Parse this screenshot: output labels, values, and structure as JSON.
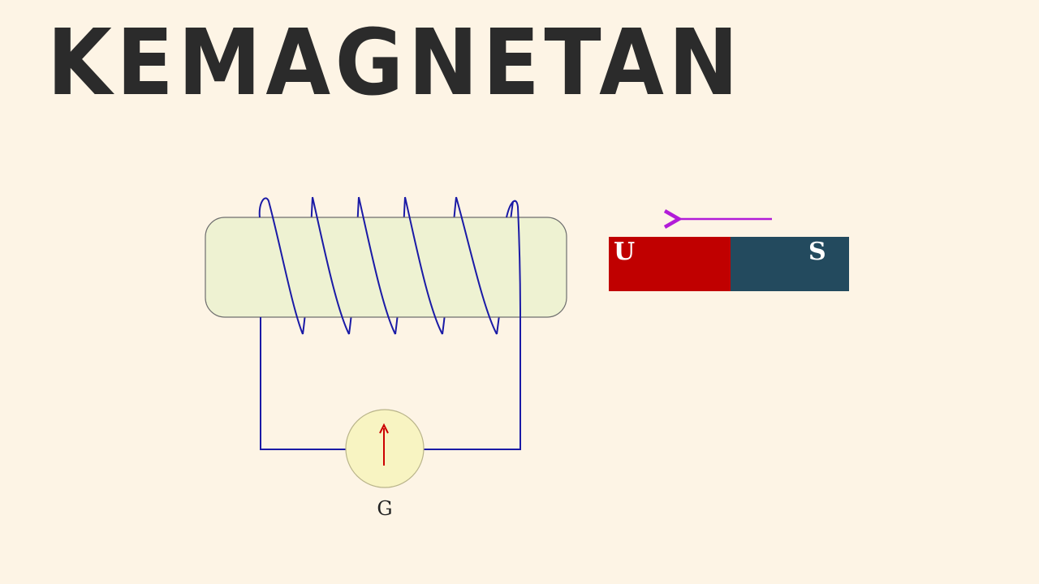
{
  "title": "KEMAGNETAN",
  "magnet": {
    "north_label": "U",
    "south_label": "S",
    "north_color": "#c00000",
    "south_color": "#234a5e"
  },
  "galvanometer": {
    "label": "G",
    "needle_color": "#cc0000",
    "face_color": "#f8f4c2"
  },
  "motion_arrow_color": "#b21cd8",
  "coil_wire_color": "#1a1aa6",
  "core_color": "#eef2d2"
}
